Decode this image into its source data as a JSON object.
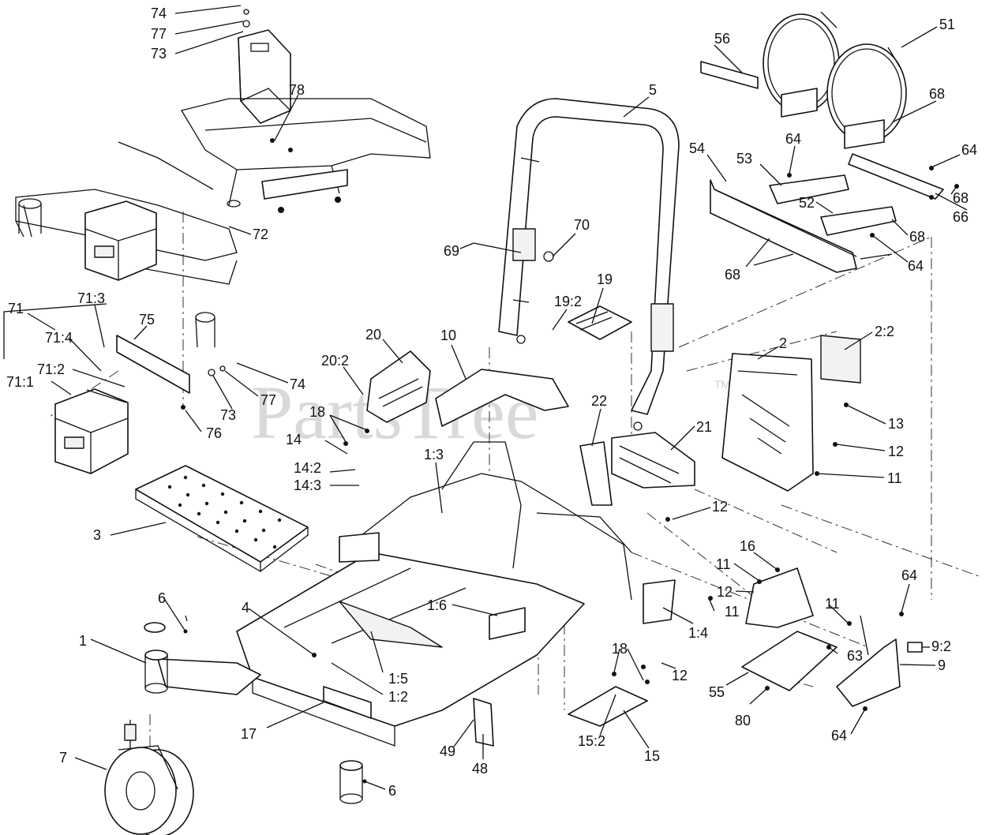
{
  "watermark": {
    "text": "PartsTree",
    "tm": "TM"
  },
  "callouts": [
    {
      "id": "c74a",
      "text": "74"
    },
    {
      "id": "c77a",
      "text": "77"
    },
    {
      "id": "c73a",
      "text": "73"
    },
    {
      "id": "c78",
      "text": "78"
    },
    {
      "id": "c72",
      "text": "72"
    },
    {
      "id": "c71",
      "text": "71"
    },
    {
      "id": "c71_3",
      "text": "71:3"
    },
    {
      "id": "c71_4",
      "text": "71:4"
    },
    {
      "id": "c71_2",
      "text": "71:2"
    },
    {
      "id": "c71_1",
      "text": "71:1"
    },
    {
      "id": "c75",
      "text": "75"
    },
    {
      "id": "c74b",
      "text": "74"
    },
    {
      "id": "c77b",
      "text": "77"
    },
    {
      "id": "c73b",
      "text": "73"
    },
    {
      "id": "c76",
      "text": "76"
    },
    {
      "id": "c56",
      "text": "56"
    },
    {
      "id": "c51",
      "text": "51"
    },
    {
      "id": "c5",
      "text": "5"
    },
    {
      "id": "c68a",
      "text": "68"
    },
    {
      "id": "c64a",
      "text": "64"
    },
    {
      "id": "c64b",
      "text": "64"
    },
    {
      "id": "c54",
      "text": "54"
    },
    {
      "id": "c53",
      "text": "53"
    },
    {
      "id": "c68b",
      "text": "68"
    },
    {
      "id": "c52",
      "text": "52"
    },
    {
      "id": "c66",
      "text": "66"
    },
    {
      "id": "c68c",
      "text": "68"
    },
    {
      "id": "c68d",
      "text": "68"
    },
    {
      "id": "c64c",
      "text": "64"
    },
    {
      "id": "c70",
      "text": "70"
    },
    {
      "id": "c69",
      "text": "69"
    },
    {
      "id": "c19",
      "text": "19"
    },
    {
      "id": "c19_2",
      "text": "19:2"
    },
    {
      "id": "c20",
      "text": "20"
    },
    {
      "id": "c10",
      "text": "10"
    },
    {
      "id": "c20_2",
      "text": "20:2"
    },
    {
      "id": "c2",
      "text": "2"
    },
    {
      "id": "c2_2",
      "text": "2:2"
    },
    {
      "id": "c18a",
      "text": "18"
    },
    {
      "id": "c22",
      "text": "22"
    },
    {
      "id": "c21",
      "text": "21"
    },
    {
      "id": "c13",
      "text": "13"
    },
    {
      "id": "c12a",
      "text": "12"
    },
    {
      "id": "c11a",
      "text": "11"
    },
    {
      "id": "c14",
      "text": "14"
    },
    {
      "id": "c14_2",
      "text": "14:2"
    },
    {
      "id": "c14_3",
      "text": "14:3"
    },
    {
      "id": "c1_3",
      "text": "1:3"
    },
    {
      "id": "c12b",
      "text": "12"
    },
    {
      "id": "c3",
      "text": "3"
    },
    {
      "id": "c16",
      "text": "16"
    },
    {
      "id": "c11b",
      "text": "11"
    },
    {
      "id": "c12c",
      "text": "12"
    },
    {
      "id": "c64d",
      "text": "64"
    },
    {
      "id": "c6a",
      "text": "6"
    },
    {
      "id": "c4",
      "text": "4"
    },
    {
      "id": "c1_6",
      "text": "1:6"
    },
    {
      "id": "c11c",
      "text": "11"
    },
    {
      "id": "c11d",
      "text": "11"
    },
    {
      "id": "c1",
      "text": "1"
    },
    {
      "id": "c1_4",
      "text": "1:4"
    },
    {
      "id": "c63",
      "text": "63"
    },
    {
      "id": "c9_2",
      "text": "9:2"
    },
    {
      "id": "c18b",
      "text": "18"
    },
    {
      "id": "c9",
      "text": "9"
    },
    {
      "id": "c1_5",
      "text": "1:5"
    },
    {
      "id": "c12d",
      "text": "12"
    },
    {
      "id": "c1_2",
      "text": "1:2"
    },
    {
      "id": "c55",
      "text": "55"
    },
    {
      "id": "c80",
      "text": "80"
    },
    {
      "id": "c17",
      "text": "17"
    },
    {
      "id": "c64e",
      "text": "64"
    },
    {
      "id": "c15_2",
      "text": "15:2"
    },
    {
      "id": "c15",
      "text": "15"
    },
    {
      "id": "c49",
      "text": "49"
    },
    {
      "id": "c48",
      "text": "48"
    },
    {
      "id": "c7",
      "text": "7"
    },
    {
      "id": "c6b",
      "text": "6"
    }
  ]
}
